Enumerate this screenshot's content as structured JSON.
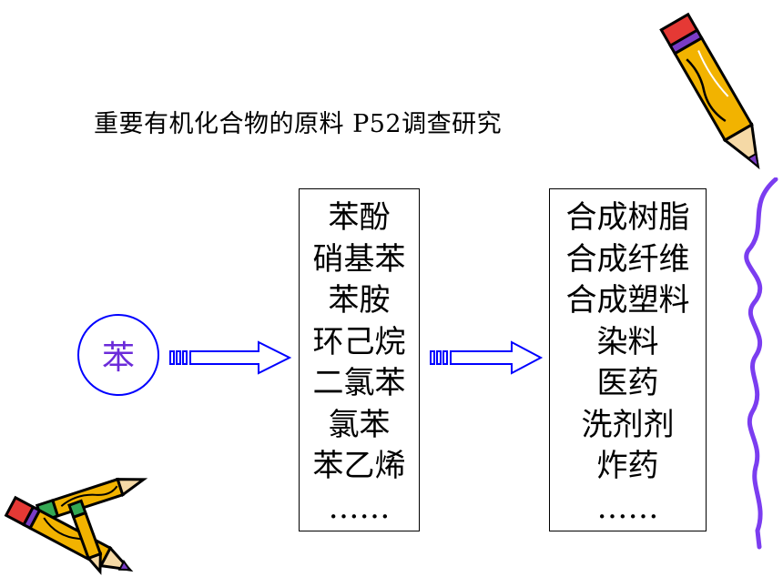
{
  "title": "重要有机化合物的原料 P52调查研究",
  "source": "苯",
  "intermediates": [
    "苯酚",
    "硝基苯",
    "苯胺",
    "环己烷",
    "二氯苯",
    "氯苯",
    "苯乙烯",
    "……"
  ],
  "products": [
    "合成树脂",
    "合成纤维",
    "合成塑料",
    "染料",
    "医药",
    "洗剂剂",
    "炸药",
    "……"
  ],
  "colors": {
    "circle_border": "#0000ff",
    "circle_text": "#6b2bd9",
    "arrow": "#0000ff",
    "squiggle": "#7b3df0",
    "pencil_body": "#f2b300",
    "pencil_eraser": "#e53935",
    "pencil_band": "#7a3cc6"
  },
  "icons": [
    "pencil-icon",
    "pencils-icon",
    "squiggle-line-icon",
    "right-arrow-icon"
  ]
}
